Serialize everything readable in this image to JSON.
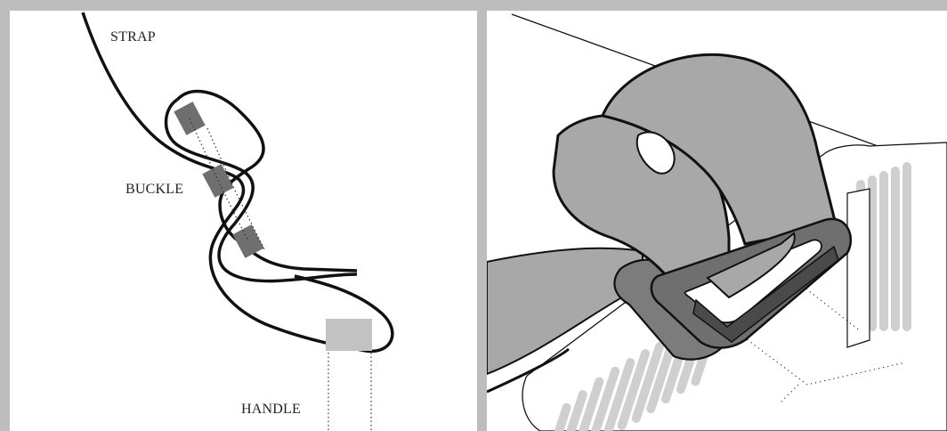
{
  "diagram": {
    "labels": {
      "strap": "STRAP",
      "buckle": "BUCKLE",
      "handle": "HANDLE"
    }
  },
  "colors": {
    "frame": "#bdbdbd",
    "background": "#ffffff",
    "outline": "#111111",
    "strap_fill": "#a8a8a8",
    "buckle_fill": "#6f6f6f",
    "buckle_dark": "#4a4a4a",
    "handle_fill": "#c2c2c2",
    "rib_fill": "#cfcfcf"
  }
}
